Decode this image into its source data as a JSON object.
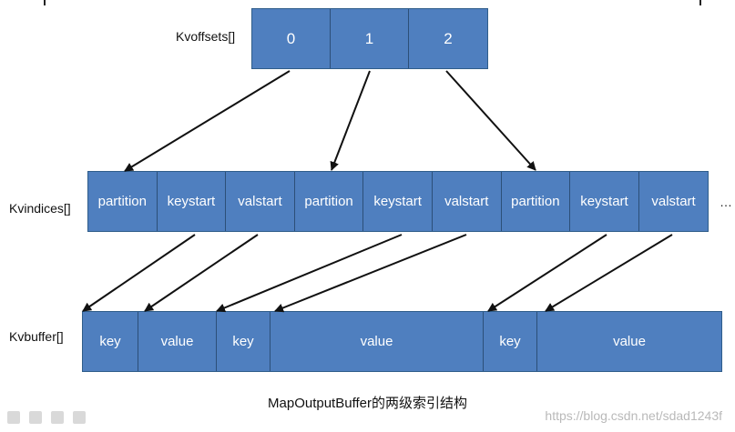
{
  "labels": {
    "offsets": "Kvoffsets[]",
    "indices": "Kvindices[]",
    "buffer": "Kvbuffer[]"
  },
  "offsets": [
    "0",
    "1",
    "2"
  ],
  "indices": [
    "partition",
    "keystart",
    "valstart",
    "partition",
    "keystart",
    "valstart",
    "partition",
    "keystart",
    "valstart"
  ],
  "ellipsis": "…",
  "buffer": [
    "key",
    "value",
    "key",
    "value",
    "key",
    "value"
  ],
  "caption": "MapOutputBuffer的两级索引结构",
  "watermark": "https://blog.csdn.net/sdad1243f",
  "toolbar_icons": [
    "edit-icon",
    "pen-icon",
    "list-icon",
    "share-icon"
  ],
  "colors": {
    "cell_fill": "#4f7fbf",
    "cell_border": "#2c4f78",
    "arrow": "#111111"
  }
}
